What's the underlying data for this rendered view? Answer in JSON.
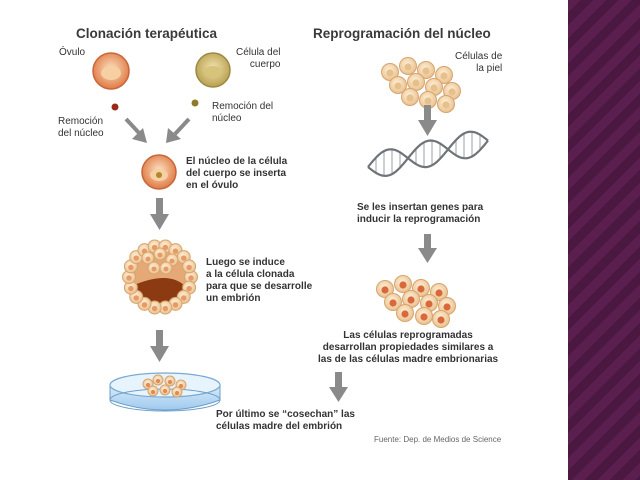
{
  "titles": {
    "left": "Clonación terapéutica",
    "right": "Reprogramación del núcleo"
  },
  "left_steps": {
    "ovulo": "Óvulo",
    "celula_cuerpo": "Célula del\ncuerpo",
    "remocion_1": "Remoción\ndel núcleo",
    "remocion_2": "Remoción del\nnúcleo",
    "insercion": "El núcleo de la célula\ndel cuerpo se inserta\nen el óvulo",
    "induccion": "Luego se induce\na la célula clonada\npara que se desarrolle\nun embrión",
    "cosecha": "Por último se “cosechan” las\ncélulas madre del embrión"
  },
  "right_steps": {
    "celulas_piel": "Células de\nla piel",
    "genes": "Se les insertan genes para\ninducir la reprogramación",
    "reprogramadas": "Las células reprogramadas\ndesarrollan propiedades similares a\nlas de las células madre embrionarias"
  },
  "source": "Fuente: Dep. de Medios de Science",
  "colors": {
    "arrow": "#8a8a8a",
    "cell_fill": "#f3d3a8",
    "cell_nucleus": "#d46a3a",
    "slide_stripe": "#5b1f4f"
  }
}
